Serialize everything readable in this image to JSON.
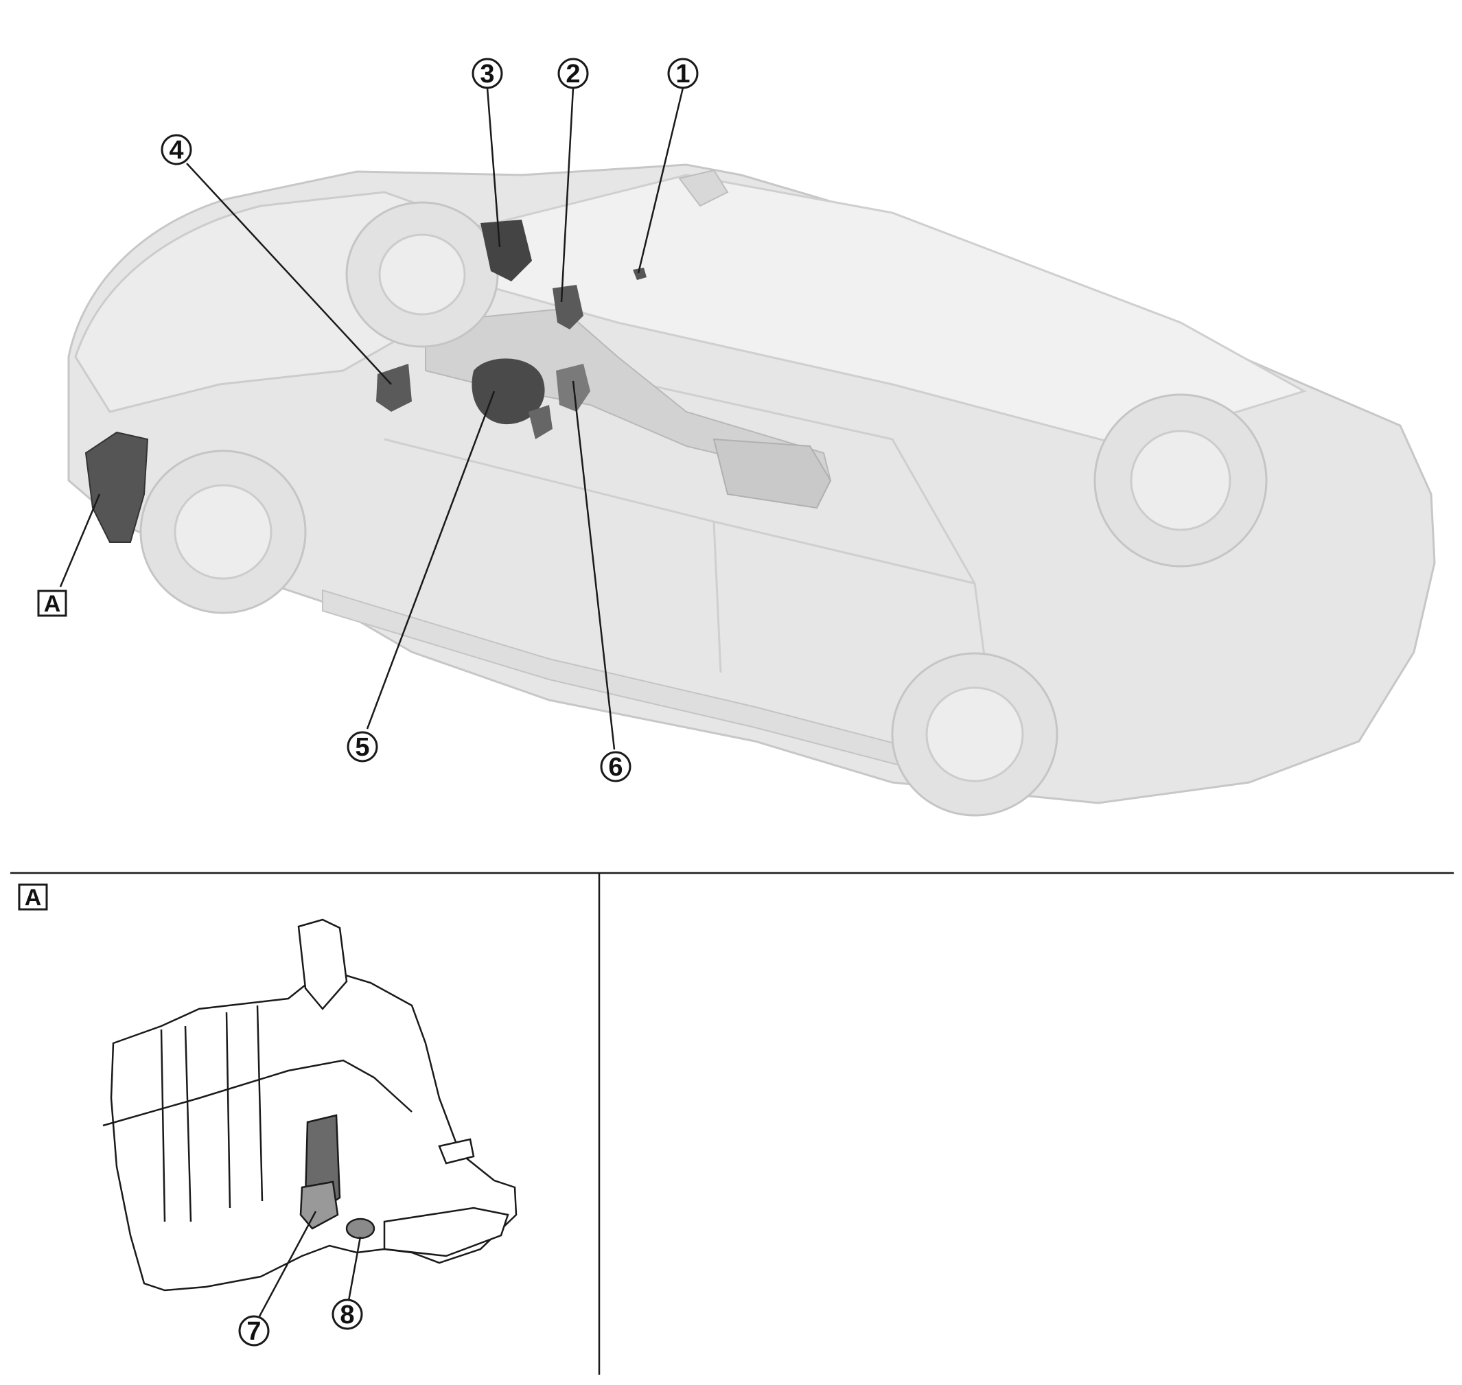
{
  "callouts": [
    {
      "id": "1",
      "label": "①"
    },
    {
      "id": "2",
      "label": "②"
    },
    {
      "id": "3",
      "label": "③"
    },
    {
      "id": "4",
      "label": "④"
    },
    {
      "id": "5",
      "label": "⑤"
    },
    {
      "id": "6",
      "label": "⑥"
    },
    {
      "id": "7",
      "label": "⑦"
    },
    {
      "id": "8",
      "label": "⑧"
    }
  ],
  "detail_ref": {
    "main_label": "A",
    "inset_label": "A"
  },
  "colors": {
    "line": "#1a1a1a",
    "car_body": "#d9d9d9",
    "part_dark": "#444444",
    "part_mid": "#777777"
  }
}
